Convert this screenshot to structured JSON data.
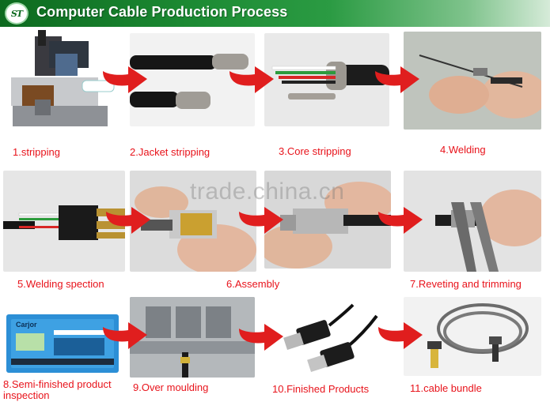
{
  "header": {
    "logo_text": "ST",
    "title": "Computer Cable Production Process"
  },
  "steps": [
    {
      "label": "1.stripping",
      "image": "cable-stripping-machine"
    },
    {
      "label": "2.Jacket stripping",
      "image": "two-black-cables-with-braided-shield"
    },
    {
      "label": "3.Core stripping",
      "image": "cable-with-colored-cores"
    },
    {
      "label": "4.Welding",
      "image": "hands-soldering-wires"
    },
    {
      "label": "5.Welding spection",
      "image": "soldered-usb-connector"
    },
    {
      "label": "6.Assembly",
      "image": "gold-plug-assembly"
    },
    {
      "label": "",
      "image": "metal-shell-assembly"
    },
    {
      "label": "7.Reveting and trimming",
      "image": "pliers-trimming-plug"
    },
    {
      "label": "8.Semi-finished product inspection",
      "image": "cable-tester-device"
    },
    {
      "label": "9.Over moulding",
      "image": "moulding-fixture"
    },
    {
      "label": "10.Finished Products",
      "image": "black-usb-cables"
    },
    {
      "label": "11.cable bundle",
      "image": "grey-usb-cable-bundle"
    }
  ],
  "device": {
    "brand": "Carjor"
  },
  "watermark": "trade.china.cn",
  "colors": {
    "banner_dark": "#0d6a1f",
    "banner_light": "#d6ebd9",
    "caption": "#e8131b",
    "arrow": "#e01e1e"
  }
}
